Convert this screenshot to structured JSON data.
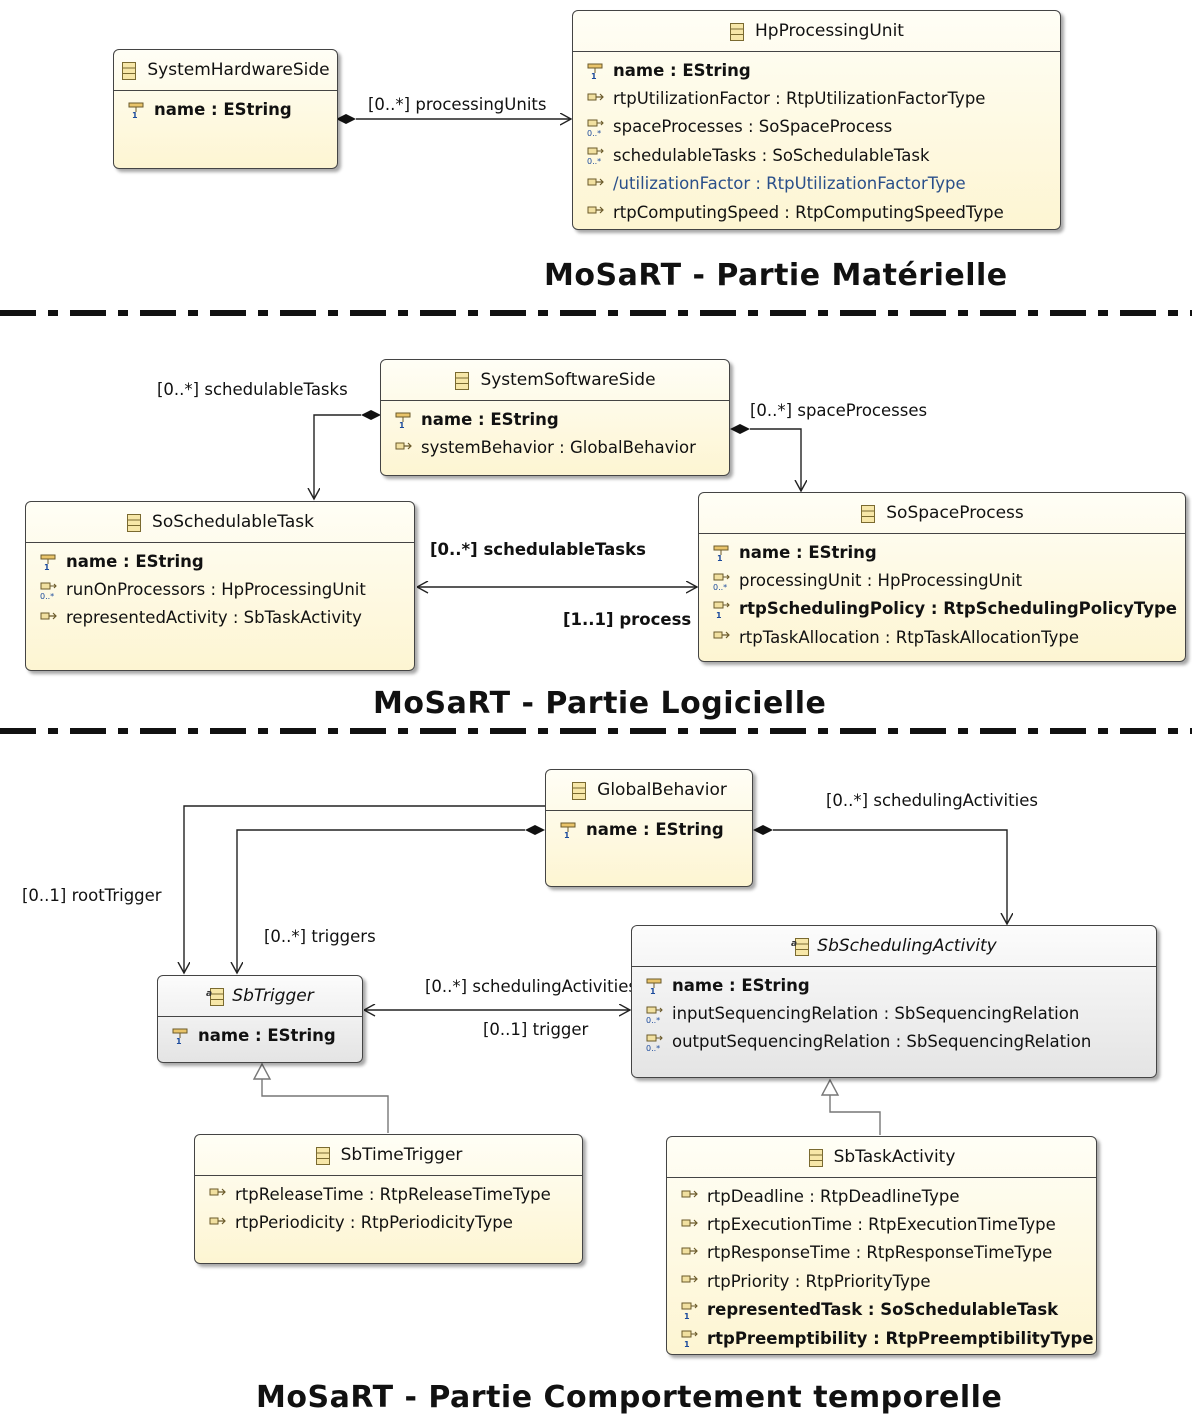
{
  "sections": {
    "hardware_title": "MoSaRT - Partie Matérielle",
    "software_title": "MoSaRT - Partie Logicielle",
    "behavior_title": "MoSaRT - Partie Comportement temporelle"
  },
  "classes": {
    "system_hardware_side": {
      "name": "SystemHardwareSide",
      "attrs": [
        "name : EString"
      ]
    },
    "hp_processing_unit": {
      "name": "HpProcessingUnit",
      "attrs": [
        "name : EString",
        "rtpUtilizationFactor : RtpUtilizationFactorType",
        "spaceProcesses : SoSpaceProcess",
        "schedulableTasks : SoSchedulableTask",
        "/utilizationFactor : RtpUtilizationFactorType",
        "rtpComputingSpeed : RtpComputingSpeedType"
      ]
    },
    "system_software_side": {
      "name": "SystemSoftwareSide",
      "attrs": [
        "name : EString",
        "systemBehavior : GlobalBehavior"
      ]
    },
    "so_schedulable_task": {
      "name": "SoSchedulableTask",
      "attrs": [
        "name : EString",
        "runOnProcessors : HpProcessingUnit",
        "representedActivity : SbTaskActivity"
      ]
    },
    "so_space_process": {
      "name": "SoSpaceProcess",
      "attrs": [
        "name : EString",
        "processingUnit : HpProcessingUnit",
        "rtpSchedulingPolicy : RtpSchedulingPolicyType",
        "rtpTaskAllocation : RtpTaskAllocationType"
      ]
    },
    "global_behavior": {
      "name": "GlobalBehavior",
      "attrs": [
        "name : EString"
      ]
    },
    "sb_trigger": {
      "name": "SbTrigger",
      "attrs": [
        "name : EString"
      ]
    },
    "sb_scheduling_activity": {
      "name": "SbSchedulingActivity",
      "attrs": [
        "name : EString",
        "inputSequencingRelation : SbSequencingRelation",
        "outputSequencingRelation : SbSequencingRelation"
      ]
    },
    "sb_time_trigger": {
      "name": "SbTimeTrigger",
      "attrs": [
        "rtpReleaseTime : RtpReleaseTimeType",
        "rtpPeriodicity : RtpPeriodicityType"
      ]
    },
    "sb_task_activity": {
      "name": "SbTaskActivity",
      "attrs": [
        "rtpDeadline : RtpDeadlineType",
        "rtpExecutionTime : RtpExecutionTimeType",
        "rtpResponseTime : RtpResponseTimeType",
        "rtpPriority : RtpPriorityType",
        "representedTask : SoSchedulableTask",
        "rtpPreemptibility : RtpPreemptibilityType"
      ]
    }
  },
  "associations": {
    "processing_units": "[0..*] processingUnits",
    "schedulable_tasks_top": "[0..*] schedulableTasks",
    "space_processes": "[0..*] spaceProcesses",
    "schedulable_tasks_mid": "[0..*] schedulableTasks",
    "process": "[1..1] process",
    "scheduling_activities_top": "[0..*] schedulingActivities",
    "root_trigger": "[0..1] rootTrigger",
    "triggers": "[0..*] triggers",
    "scheduling_activities_mid": "[0..*] schedulingActivities",
    "trigger": "[0..1] trigger"
  }
}
